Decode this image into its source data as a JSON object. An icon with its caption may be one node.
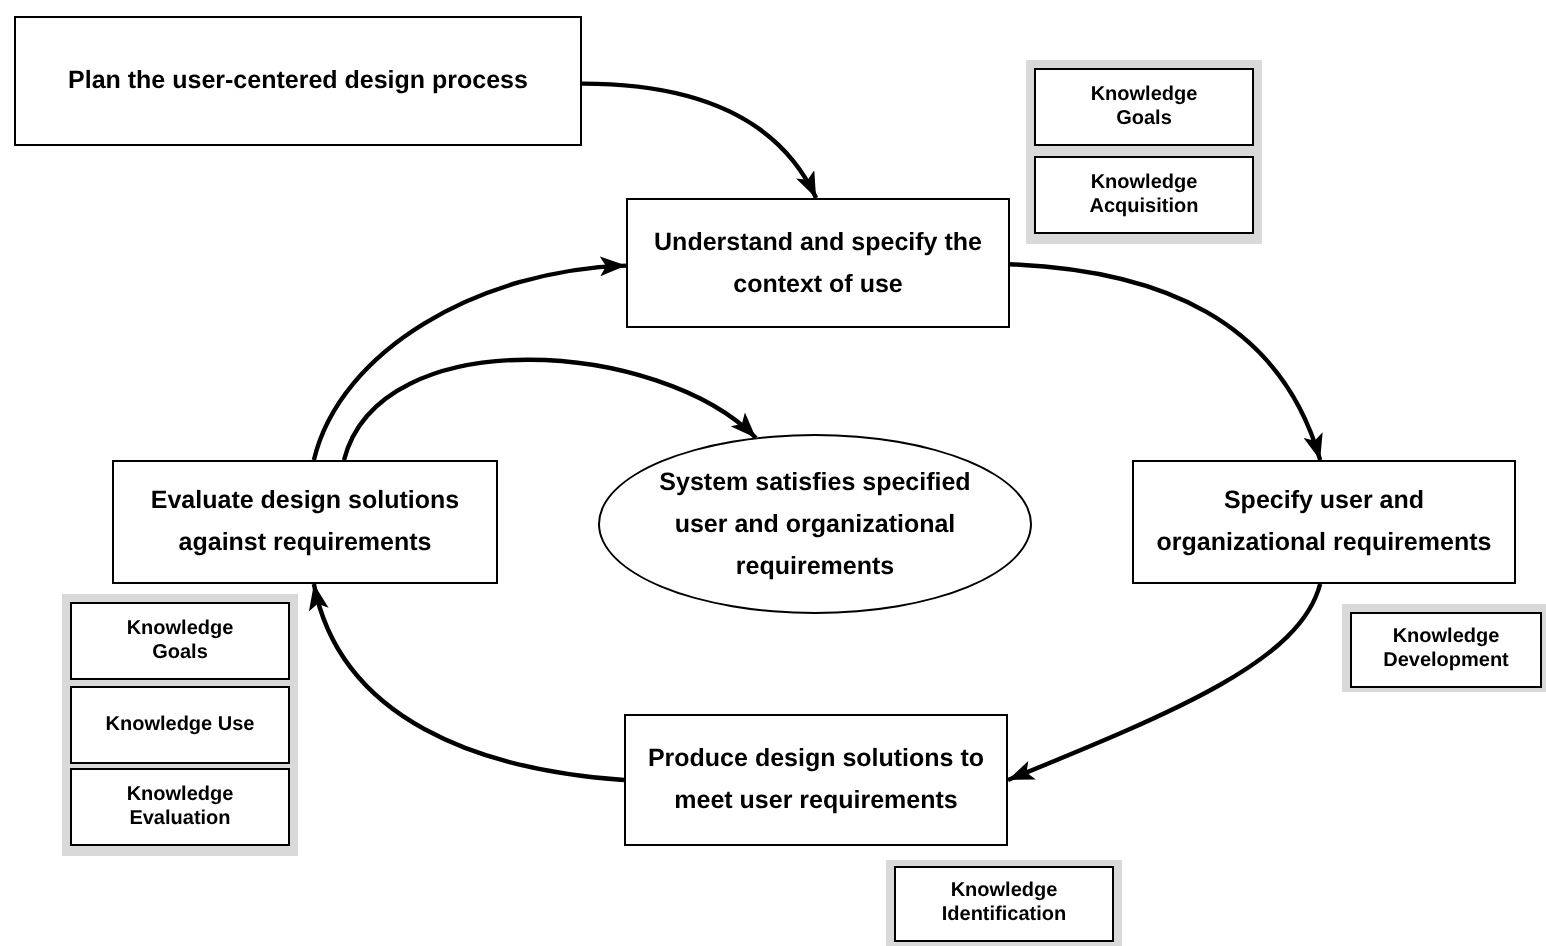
{
  "diagram": {
    "nodes": [
      {
        "text": [
          "Plan the user-centered design process"
        ]
      },
      {
        "text": [],
        "shape": "box"
      },
      {
        "text": [
          "Knowledge Goals"
        ],
        "in": 1
      },
      {
        "text": [
          "Knowledge Acquisition"
        ],
        "in": 1
      },
      {
        "text": [
          "Understand and specify the context of use"
        ]
      },
      {
        "text": [
          "Evaluate design solutions against requirements"
        ]
      },
      {
        "text": [
          "System satisfies specified user and organizational requirements"
        ]
      },
      {
        "text": [
          "Specify user and organizational requirements"
        ]
      },
      {
        "text": [],
        "shape": "box"
      },
      {
        "text": [
          "Knowledge Goals"
        ],
        "in": 8
      },
      {
        "text": [
          "Knowledge Use"
        ],
        "in": 8
      },
      {
        "text": [
          "Knowledge Evaluation"
        ],
        "in": 8
      },
      {
        "text": [],
        "shape": "box"
      },
      {
        "text": [
          "Knowledge Development"
        ],
        "in": 12
      },
      {
        "text": [
          "Produce design solutions to meet user requirements"
        ]
      },
      {
        "text": [],
        "shape": "box"
      },
      {
        "text": [
          "Knowledge Identification"
        ],
        "in": 15
      }
    ],
    "edges": [
      {
        "from": 0,
        "to": 4,
        "arrow": "to"
      },
      {
        "from": 4,
        "to": 7,
        "arrow": "to"
      },
      {
        "from": 7,
        "to": 14,
        "arrow": "to"
      },
      {
        "from": 14,
        "to": 5,
        "arrow": "to"
      },
      {
        "from": 5,
        "to": 4,
        "arrow": "to"
      },
      {
        "from": 5,
        "to": 6,
        "arrow": "to"
      }
    ]
  }
}
